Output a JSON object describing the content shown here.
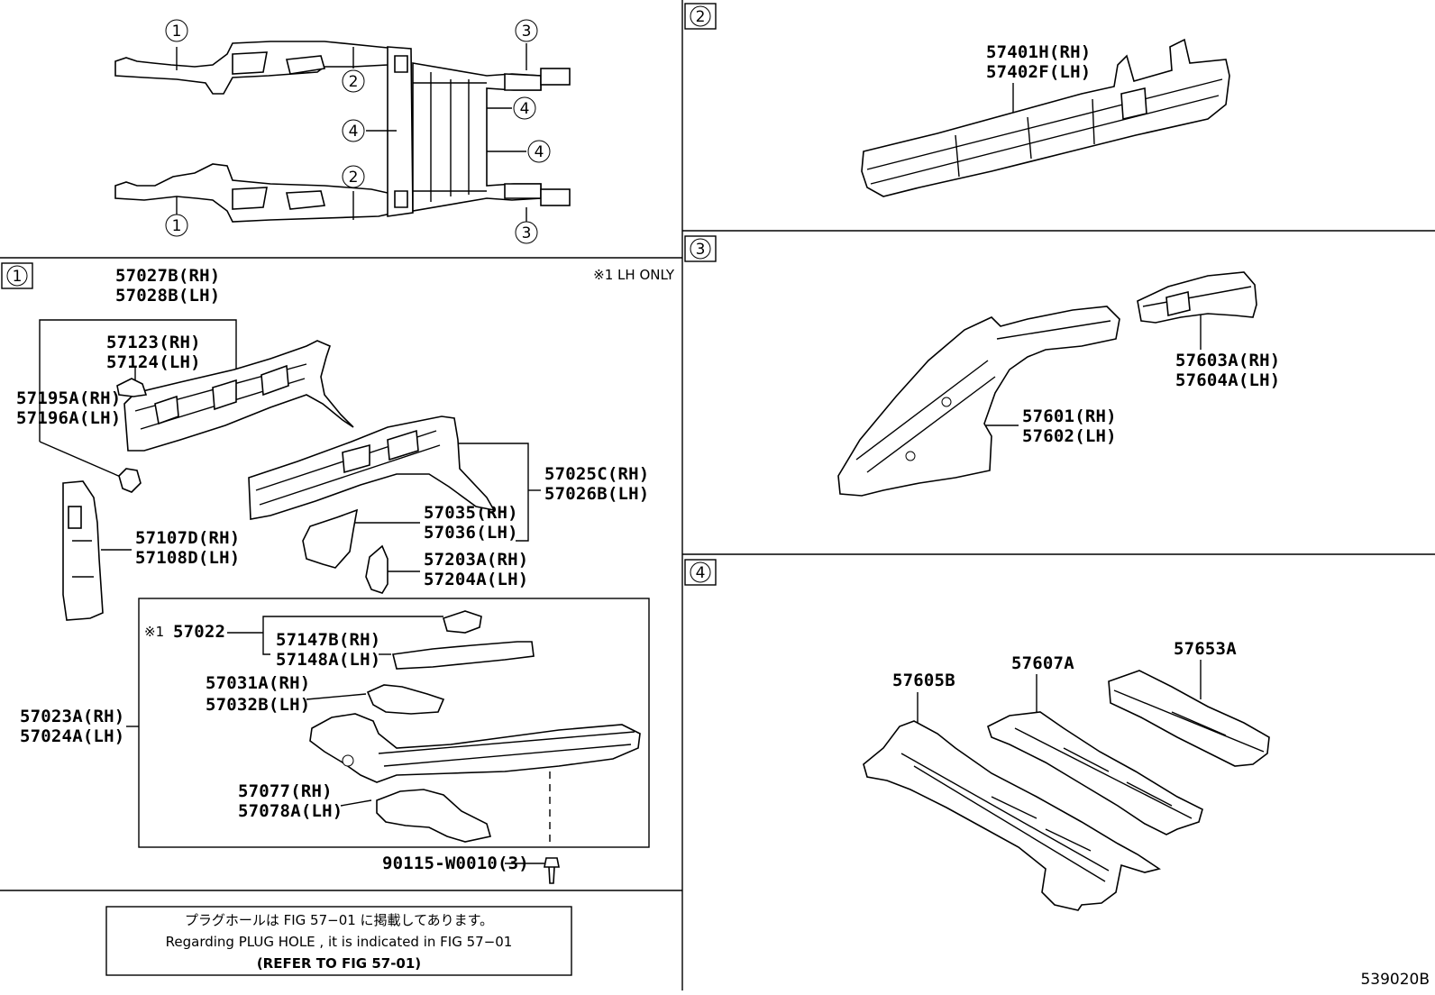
{
  "diagram_code": "539020B",
  "lh_only_note": "※1 LH ONLY",
  "markers": {
    "m1": "1",
    "m2": "2",
    "m3": "3",
    "m4": "4"
  },
  "panel1": {
    "parts": {
      "p57027": [
        "57027B(RH)",
        "57028B(LH)"
      ],
      "p57123": [
        "57123(RH)",
        "57124(LH)"
      ],
      "p57195": [
        "57195A(RH)",
        "57196A(LH)"
      ],
      "p57025": [
        "57025C(RH)",
        "57026B(LH)"
      ],
      "p57035": [
        "57035(RH)",
        "57036(LH)"
      ],
      "p57107": [
        "57107D(RH)",
        "57108D(LH)"
      ],
      "p57203": [
        "57203A(RH)",
        "57204A(LH)"
      ],
      "p57022_mark": "※1",
      "p57022": "57022",
      "p57147": [
        "57147B(RH)",
        "57148A(LH)"
      ],
      "p57031": [
        "57031A(RH)",
        "57032B(LH)"
      ],
      "p57023": [
        "57023A(RH)",
        "57024A(LH)"
      ],
      "p57077": [
        "57077(RH)",
        "57078A(LH)"
      ],
      "p90115": "90115-W0010(3)"
    }
  },
  "panel2": {
    "parts": {
      "p57401": [
        "57401H(RH)",
        "57402F(LH)"
      ]
    }
  },
  "panel3": {
    "parts": {
      "p57603": [
        "57603A(RH)",
        "57604A(LH)"
      ],
      "p57601": [
        "57601(RH)",
        "57602(LH)"
      ]
    }
  },
  "panel4": {
    "parts": {
      "p57605": "57605B",
      "p57607": "57607A",
      "p57653": "57653A"
    }
  },
  "note_box": {
    "line1": "プラグホールは FIG  57−01 に掲載してあります。",
    "line2": "Regarding  PLUG  HOLE , it is indicated in  FIG  57−01",
    "line3": "(REFER  TO  FIG  57-01)"
  }
}
